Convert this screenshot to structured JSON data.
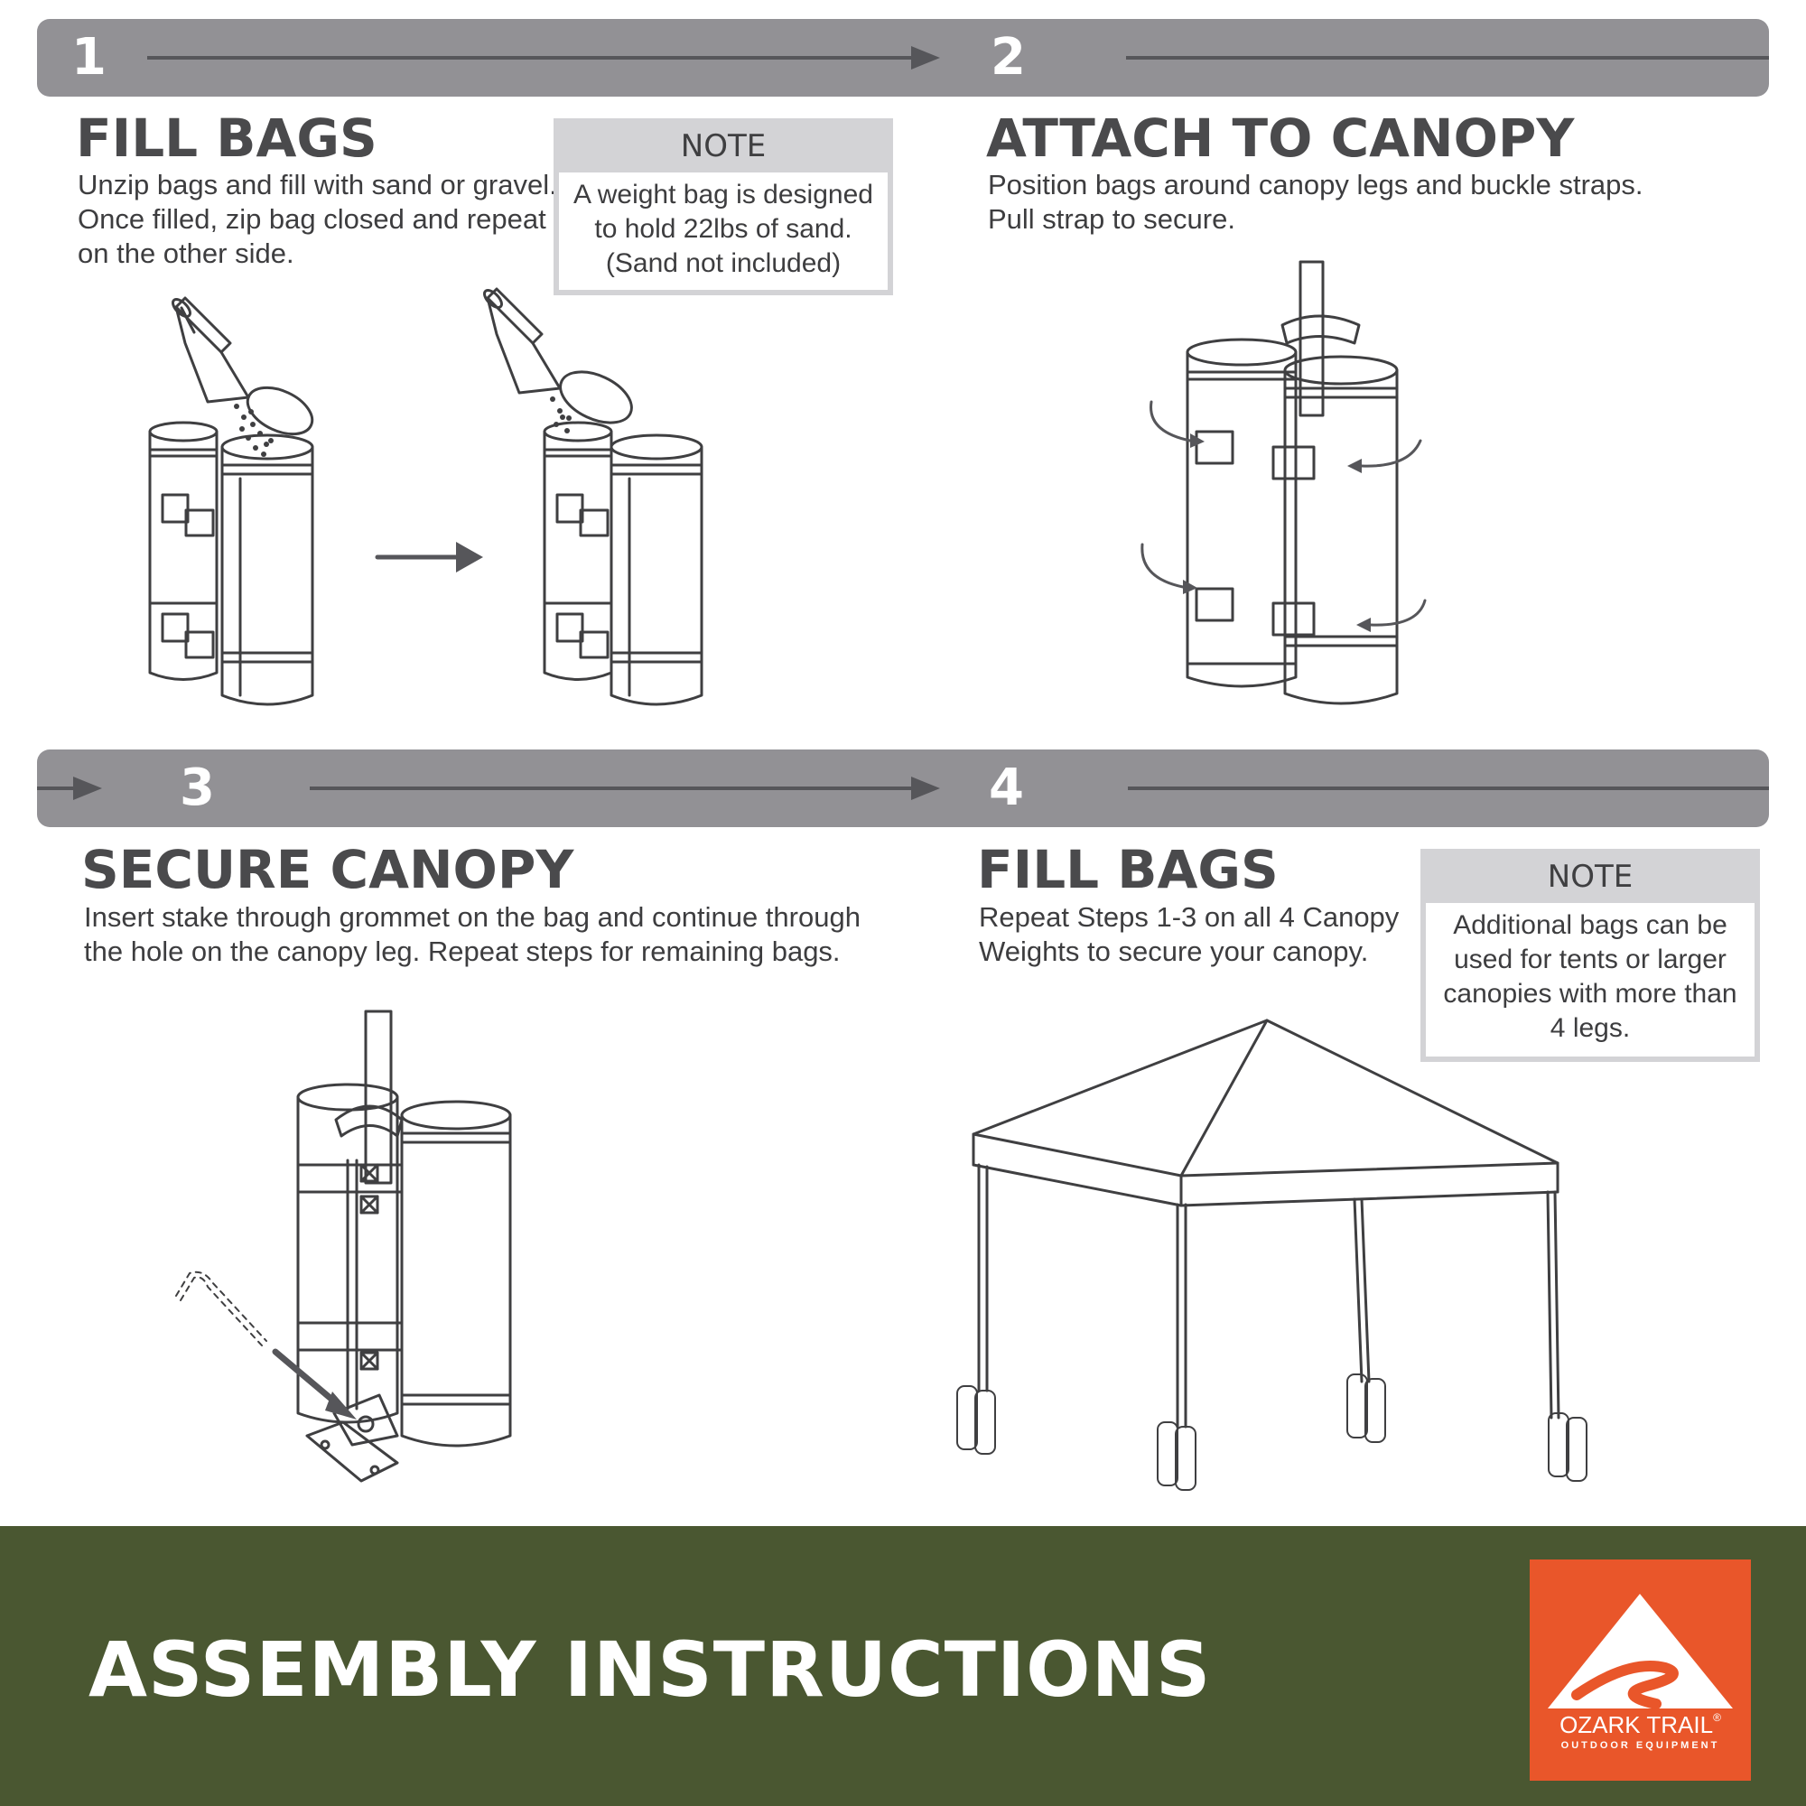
{
  "steps": [
    {
      "number": "1",
      "title": "FILL BAGS",
      "lines": [
        "Unzip bags and fill with sand or gravel.",
        "Once filled, zip bag closed and repeat",
        "on the other side."
      ]
    },
    {
      "number": "2",
      "title": "ATTACH TO CANOPY",
      "lines": [
        "Position bags around canopy legs and buckle straps.",
        "Pull strap to secure."
      ]
    },
    {
      "number": "3",
      "title": "SECURE CANOPY",
      "lines": [
        "Insert stake through grommet on the bag and continue through",
        "the hole on the canopy leg. Repeat steps for remaining bags."
      ]
    },
    {
      "number": "4",
      "title": "FILL BAGS",
      "lines": [
        "Repeat Steps 1-3 on all 4 Canopy",
        "Weights to secure your canopy."
      ]
    }
  ],
  "notes": [
    {
      "title": "NOTE",
      "lines": [
        "A weight bag is designed",
        "to hold 22lbs of sand.",
        "(Sand not included)"
      ]
    },
    {
      "title": "NOTE",
      "lines": [
        "Additional bags can be",
        "used for tents or larger",
        "canopies with more than",
        "4 legs."
      ]
    }
  ],
  "footer": {
    "title": "ASSEMBLY INSTRUCTIONS",
    "logo": {
      "name": "OZARK TRAIL",
      "tagline": "OUTDOOR EQUIPMENT",
      "registered": "®"
    }
  },
  "colors": {
    "band": "#929195",
    "footer": "#4a5731",
    "logo": "#e9562a",
    "text": "#3f3f41"
  }
}
